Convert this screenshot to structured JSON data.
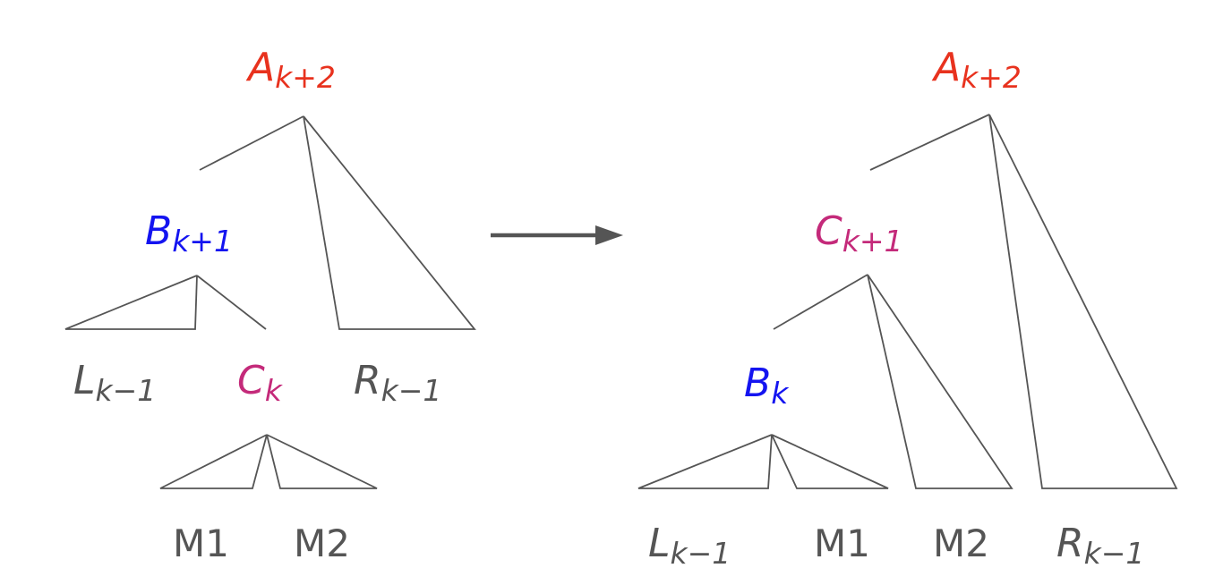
{
  "colors": {
    "a_node": "#e8321e",
    "b_node": "#1414f0",
    "c_node": "#c42a7a",
    "neutral": "#555555"
  },
  "before": {
    "root": {
      "letter": "A",
      "sub": "k+2"
    },
    "b": {
      "letter": "B",
      "sub": "k+1"
    },
    "l": {
      "letter": "L",
      "sub": "k−1"
    },
    "c": {
      "letter": "C",
      "sub": "k"
    },
    "r": {
      "letter": "R",
      "sub": "k−1"
    },
    "m1": "M1",
    "m2": "M2"
  },
  "after": {
    "root": {
      "letter": "A",
      "sub": "k+2"
    },
    "c": {
      "letter": "C",
      "sub": "k+1"
    },
    "b": {
      "letter": "B",
      "sub": "k"
    },
    "l": {
      "letter": "L",
      "sub": "k−1"
    },
    "m1": "M1",
    "m2": "M2",
    "r": {
      "letter": "R",
      "sub": "k−1"
    }
  },
  "transform_arrow": {
    "icon": "right-arrow-icon"
  }
}
